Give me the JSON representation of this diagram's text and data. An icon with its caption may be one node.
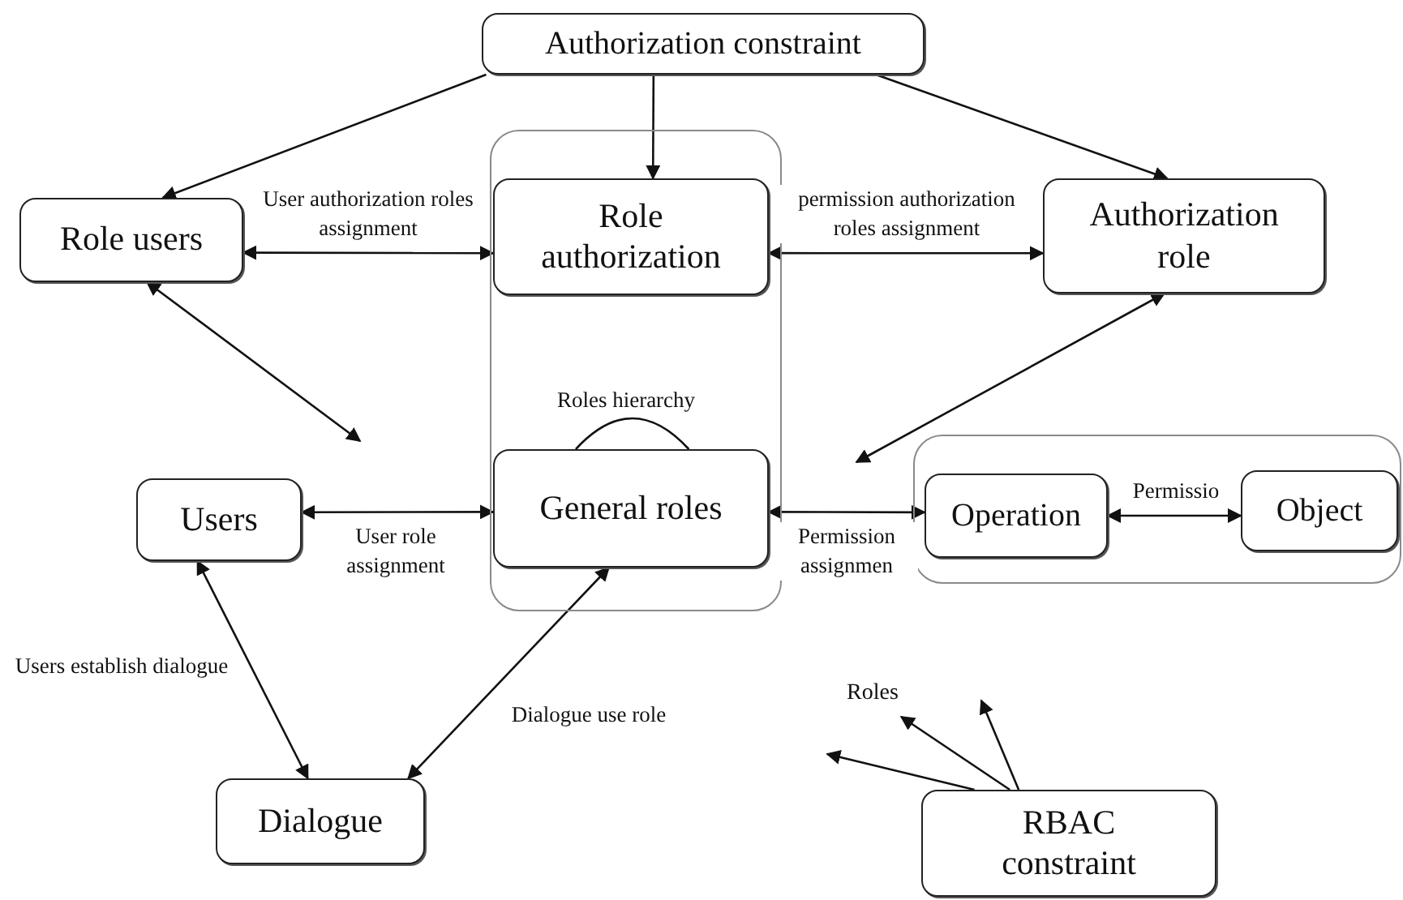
{
  "diagram": {
    "nodes": [
      {
        "text": [
          "Authorization constraint"
        ]
      },
      {
        "text": [],
        "shape": "box"
      },
      {
        "text": [
          "Role authorization"
        ],
        "in": 1
      },
      {
        "text": [
          "General roles"
        ],
        "in": 1
      },
      {
        "text": [
          "Role users"
        ]
      },
      {
        "text": [
          "Authorization role"
        ]
      },
      {
        "text": [
          "Users"
        ]
      },
      {
        "text": [],
        "shape": "box"
      },
      {
        "text": [
          "Operation"
        ],
        "in": 7
      },
      {
        "text": [
          "Object"
        ],
        "in": 7
      },
      {
        "text": [
          "Dialogue"
        ]
      },
      {
        "text": [
          "RBAC constraint"
        ]
      },
      {
        "text": [
          "Roles"
        ]
      }
    ],
    "edges": [
      {
        "from": 0,
        "to": 4,
        "arrow": "to"
      },
      {
        "from": 0,
        "to": 2,
        "arrow": "to"
      },
      {
        "from": 0,
        "to": 5,
        "arrow": "to"
      },
      {
        "from": 4,
        "to": 2,
        "arrow": "both",
        "label": "User authorization roles assignment"
      },
      {
        "from": 2,
        "to": 5,
        "arrow": "both",
        "label": "permission authorization roles assignment"
      },
      {
        "from": 4,
        "to": null,
        "arrow": "both"
      },
      {
        "from": 5,
        "to": null,
        "arrow": "both"
      },
      {
        "from": 6,
        "to": 3,
        "arrow": "both",
        "label": "User role assignment"
      },
      {
        "from": 3,
        "to": 8,
        "arrow": "both",
        "label": "Permission assignmen"
      },
      {
        "from": 8,
        "to": 9,
        "arrow": "both",
        "label": "Permissio"
      },
      {
        "from": 3,
        "to": 3,
        "arrow": "none",
        "label": "Roles hierarchy"
      },
      {
        "from": 6,
        "to": 10,
        "arrow": "both",
        "label": "Users establish dialogue"
      },
      {
        "from": 3,
        "to": 10,
        "arrow": "both",
        "label": "Dialogue use role"
      },
      {
        "from": 11,
        "to": null,
        "arrow": "to"
      },
      {
        "from": 11,
        "to": 12,
        "arrow": "to"
      },
      {
        "from": 11,
        "to": null,
        "arrow": "to"
      }
    ]
  }
}
